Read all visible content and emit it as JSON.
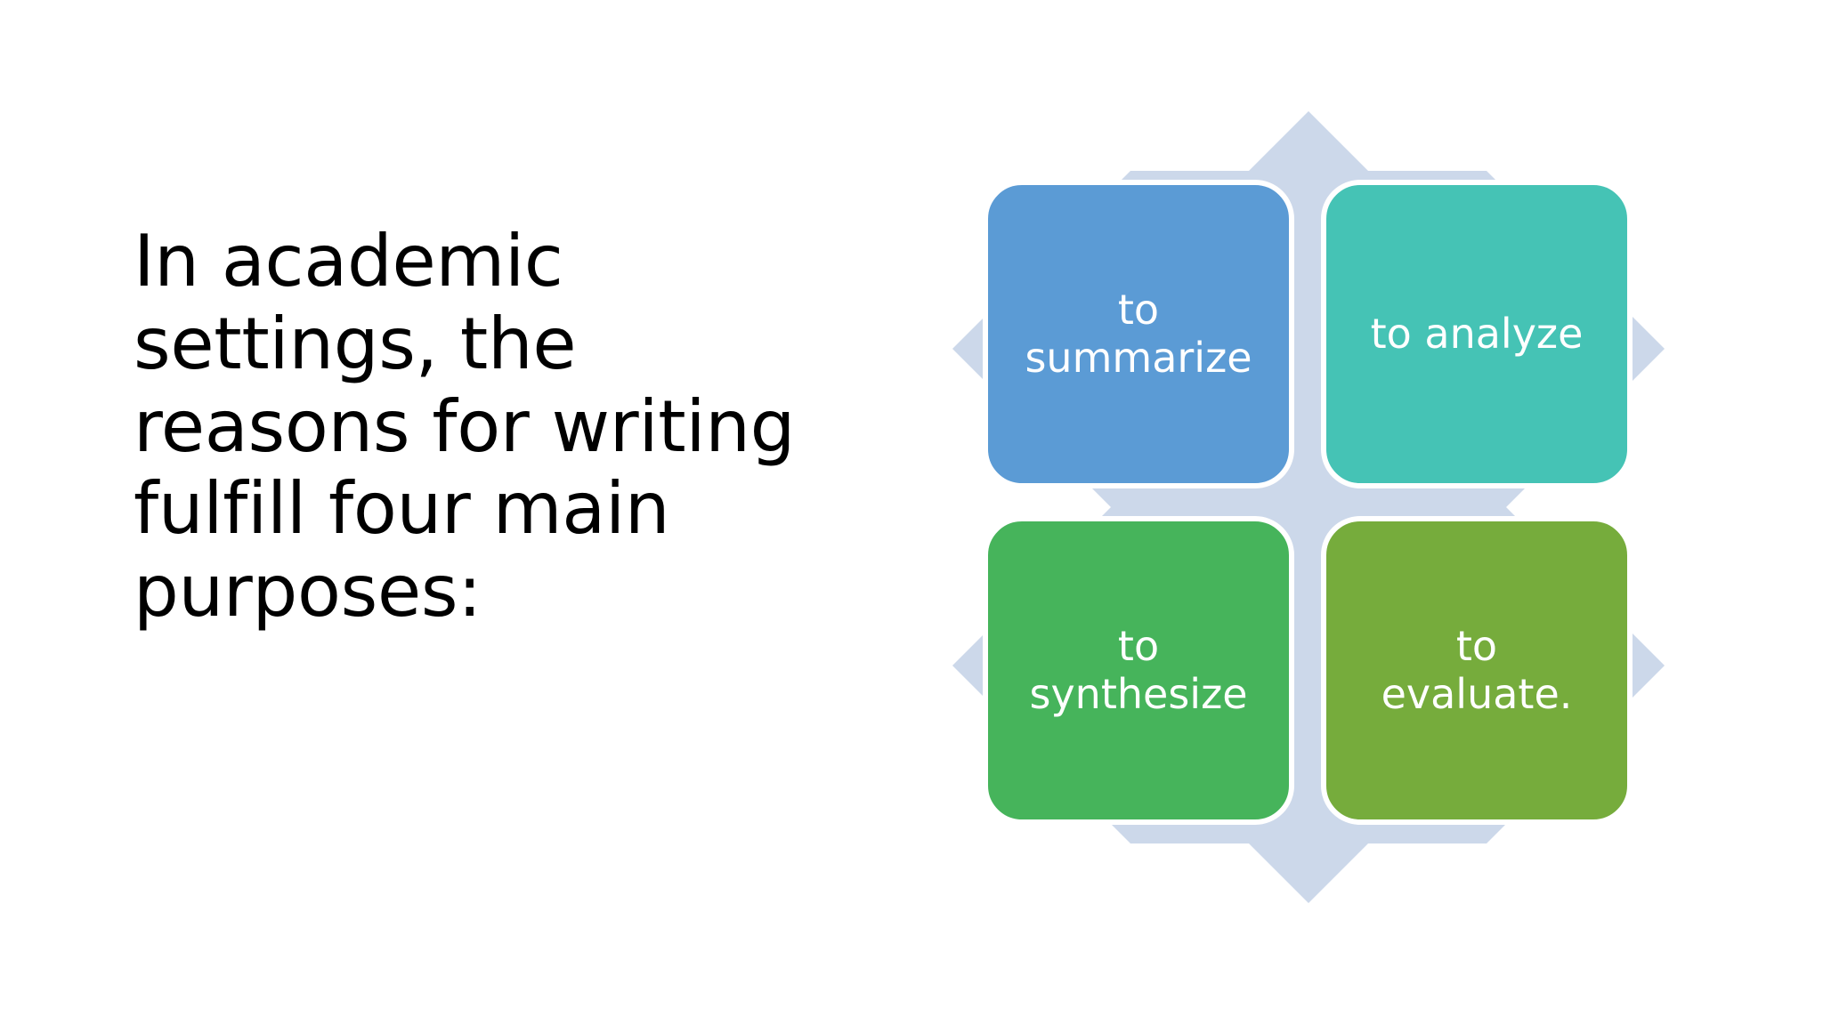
{
  "slide": {
    "background_color": "#ffffff",
    "body_text": "In academic settings, the reasons for writing fulfill four main purposes:",
    "body_text_color": "#000000"
  },
  "diagram": {
    "name": "four-quadrant-matrix",
    "background_shape": "four-pointed-star",
    "background_shape_color": "#ccd8ea",
    "border_color": "#ffffff",
    "quadrants": [
      {
        "id": "summarize",
        "position": "top-left",
        "label": "to\nsummarize",
        "color": "#5b9bd5",
        "text_color": "#ffffff"
      },
      {
        "id": "analyze",
        "position": "top-right",
        "label": "to analyze",
        "color": "#45c3b5",
        "text_color": "#ffffff"
      },
      {
        "id": "synthesize",
        "position": "bottom-left",
        "label": "to\nsynthesize",
        "color": "#46b45b",
        "text_color": "#ffffff"
      },
      {
        "id": "evaluate",
        "position": "bottom-right",
        "label": "to\nevaluate.",
        "color": "#76ac3c",
        "text_color": "#ffffff"
      }
    ]
  }
}
